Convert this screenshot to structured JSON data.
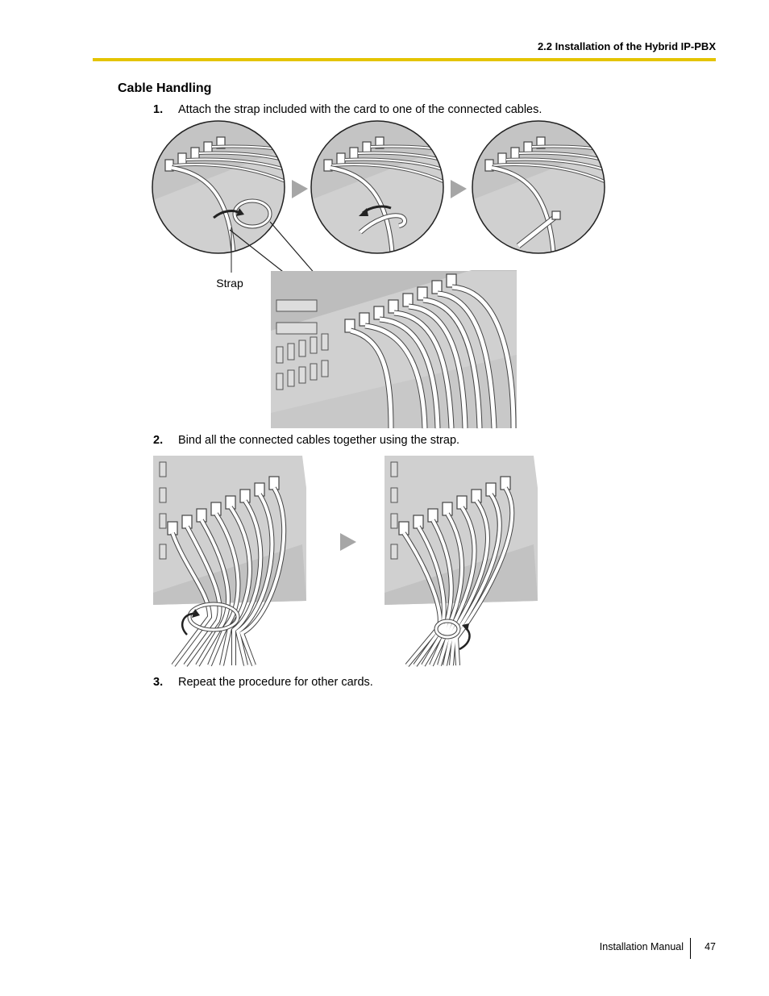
{
  "header": {
    "title": "2.2 Installation of the Hybrid IP-PBX"
  },
  "section": {
    "heading": "Cable Handling"
  },
  "steps": [
    {
      "number": "1.",
      "text": "Attach the strap included with the card to one of the connected cables."
    },
    {
      "number": "2.",
      "text": "Bind all the connected cables together using the strap."
    },
    {
      "number": "3.",
      "text": "Repeat the procedure for other cards."
    }
  ],
  "figure1": {
    "callout_label": "Strap"
  },
  "footer": {
    "label": "Installation Manual",
    "page": "47"
  },
  "colors": {
    "accent_rule": "#e4c400",
    "illustration_gray": "#d0d0d0",
    "arrow_gray": "#a6a6a6"
  }
}
